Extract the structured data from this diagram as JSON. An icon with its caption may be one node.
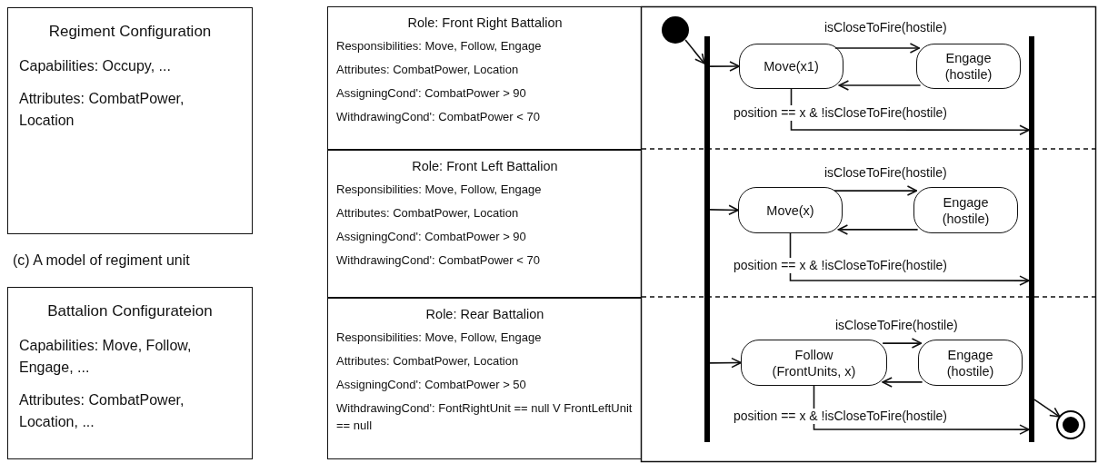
{
  "diagram": {
    "nodes": [
      {
        "text": [
          "Regiment Configuration",
          "Capabilities: Occupy, ...",
          "Attributes: CombatPower, Location"
        ],
        "beside": [
          "(c) A model of regiment unit"
        ]
      },
      {
        "text": [
          "Battalion Configurateion",
          "Capabilities: Move, Follow, Engage, ...",
          "Attributes: CombatPower, Location, ..."
        ]
      },
      {
        "text": [
          "Role: Front Right Battalion",
          "Responsibilities: Move, Follow, Engage",
          "Attributes: CombatPower, Location",
          "AssigningCond': CombatPower > 90",
          "WithdrawingCond': CombatPower < 70"
        ]
      },
      {
        "text": [
          "Role: Front Left Battalion",
          "Responsibilities: Move, Follow, Engage",
          "Attributes: CombatPower, Location",
          "AssigningCond': CombatPower > 90",
          "WithdrawingCond': CombatPower < 70"
        ]
      },
      {
        "text": [
          "Role: Rear Battalion",
          "Responsibilities: Move, Follow, Engage",
          "Attributes: CombatPower, Location",
          "AssigningCond': CombatPower > 50",
          "WithdrawingCond': FontRightUnit == null V FrontLeftUnit == null"
        ]
      },
      {
        "text": [],
        "shape": "circle"
      },
      {
        "text": [],
        "shape": "bar"
      },
      {
        "text": [
          "Move(x1)"
        ]
      },
      {
        "text": [
          "Engage (hostile)"
        ]
      },
      {
        "text": [
          "Move(x)"
        ]
      },
      {
        "text": [
          "Engage (hostile)"
        ]
      },
      {
        "text": [
          "Follow (FrontUnits, x)"
        ]
      },
      {
        "text": [
          "Engage (hostile)"
        ]
      },
      {
        "text": [],
        "shape": "bar"
      },
      {
        "text": [],
        "shape": "bullseye"
      }
    ],
    "edges": [
      {
        "from": 5,
        "to": 6,
        "arrow": "to"
      },
      {
        "from": 6,
        "to": 7,
        "arrow": "to"
      },
      {
        "from": 7,
        "to": 8,
        "arrow": "to",
        "label": "isCloseToFire(hostile)"
      },
      {
        "from": 8,
        "to": 7,
        "arrow": "to"
      },
      {
        "from": 7,
        "to": 13,
        "arrow": "to",
        "label": "position == x & !isCloseToFire(hostile)"
      },
      {
        "from": 6,
        "to": 9,
        "arrow": "to"
      },
      {
        "from": 9,
        "to": 10,
        "arrow": "to",
        "label": "isCloseToFire(hostile)"
      },
      {
        "from": 10,
        "to": 9,
        "arrow": "to"
      },
      {
        "from": 9,
        "to": 13,
        "arrow": "to",
        "label": "position == x & !isCloseToFire(hostile)"
      },
      {
        "from": 6,
        "to": 11,
        "arrow": "to"
      },
      {
        "from": 11,
        "to": 12,
        "arrow": "to",
        "label": "isCloseToFire(hostile)"
      },
      {
        "from": 12,
        "to": 11,
        "arrow": "to"
      },
      {
        "from": 11,
        "to": 13,
        "arrow": "to",
        "label": "position == x & !isCloseToFire(hostile)"
      },
      {
        "from": 13,
        "to": 14,
        "arrow": "to"
      }
    ]
  }
}
